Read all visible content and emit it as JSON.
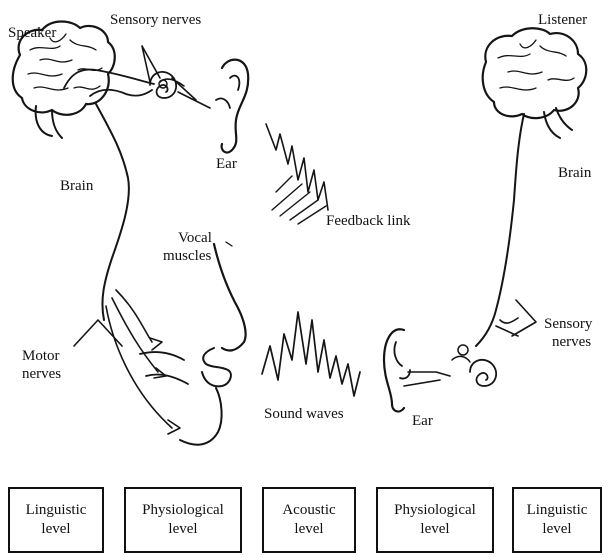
{
  "speaker": {
    "label": "Speaker",
    "brain_label": "Brain",
    "sensory_nerves_label": "Sensory nerves",
    "ear_label": "Ear",
    "vocal_muscles_label": [
      "Vocal",
      "muscles"
    ],
    "motor_nerves_label": [
      "Motor",
      "nerves"
    ]
  },
  "channel": {
    "feedback_label": "Feedback link",
    "sound_waves_label": "Sound waves"
  },
  "listener": {
    "label": "Listener",
    "brain_label": "Brain",
    "ear_label": "Ear",
    "sensory_nerves_label": [
      "Sensory",
      "nerves"
    ]
  },
  "levels": [
    {
      "line1": "Linguistic",
      "line2": "level"
    },
    {
      "line1": "Physiological",
      "line2": "level"
    },
    {
      "line1": "Acoustic",
      "line2": "level"
    },
    {
      "line1": "Physiological",
      "line2": "level"
    },
    {
      "line1": "Linguistic",
      "line2": "level"
    }
  ]
}
